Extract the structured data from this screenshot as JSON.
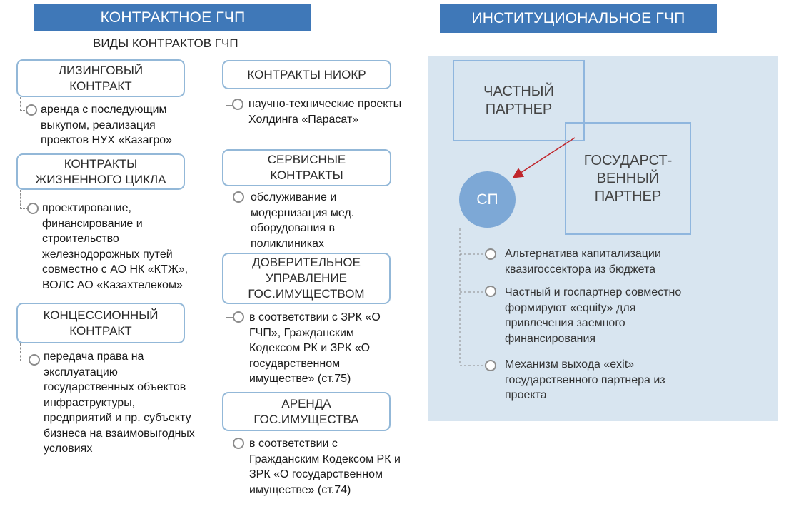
{
  "contract": {
    "banner": "КОНТРАКТНОЕ ГЧП",
    "subtitle": "ВИДЫ КОНТРАКТОВ ГЧП",
    "left_items": [
      {
        "title": "ЛИЗИНГОВЫЙ\nКОНТРАКТ",
        "desc": "аренда с последующим\nвыкупом, реализация\nпроектов НУХ «Казагро»"
      },
      {
        "title": "КОНТРАКТЫ\nЖИЗНЕННОГО ЦИКЛА",
        "desc": "проектирование,\nфинансирование и\nстроительство\nжелезнодорожных путей\nсовместно с АО НК «КТЖ»,\nВОЛС АО «Казахтелеком»"
      },
      {
        "title": "КОНЦЕССИОННЫЙ\nКОНТРАКТ",
        "desc": "передача права на\nэксплуатацию\nгосударственных объектов\nинфраструктуры,\nпредприятий и пр. субъекту\nбизнеса на взаимовыгодных\nусловиях"
      }
    ],
    "right_items": [
      {
        "title": "КОНТРАКТЫ НИОКР",
        "desc": "научно-технические проекты\nХолдинга «Парасат»"
      },
      {
        "title": "СЕРВИСНЫЕ\nКОНТРАКТЫ",
        "desc": "обслуживание и\nмодернизация мед.\nоборудования в\nполиклиниках"
      },
      {
        "title": "ДОВЕРИТЕЛЬНОЕ\nУПРАВЛЕНИЕ\nГОС.ИМУЩЕСТВОМ",
        "desc": "в соответствии с ЗРК «О\nГЧП», Гражданским\nКодексом РК и ЗРК «О\nгосударственном\nимуществе» (ст.75)"
      },
      {
        "title": "АРЕНДА\nГОС.ИМУЩЕСТВА",
        "desc": "в соответствии с\nГражданским Кодексом РК и\nЗРК «О государственном\nимуществе» (ст.74)"
      }
    ]
  },
  "institutional": {
    "banner": "ИНСТИТУЦИОНАЛЬНОЕ ГЧП",
    "private_partner": "ЧАСТНЫЙ\nПАРТНЕР",
    "state_partner": "ГОСУДАРСТ-\nВЕННЫЙ\nПАРТНЕР",
    "sp_label": "СП",
    "points": [
      "Альтернатива капитализации\nквазигоссектора из бюджета",
      "Частный и госпартнер совместно\nформируют «equity» для\nпривлечения заемного\nфинансирования",
      "Механизм выхода «exit»\nгосударственного  партнера  из\nпроекта"
    ]
  },
  "colors": {
    "banner": "#3f78b8",
    "panel": "#d8e5f0",
    "box_border": "#93b8d8",
    "arrow": "#c0262c",
    "circle": "#7da8d6"
  }
}
